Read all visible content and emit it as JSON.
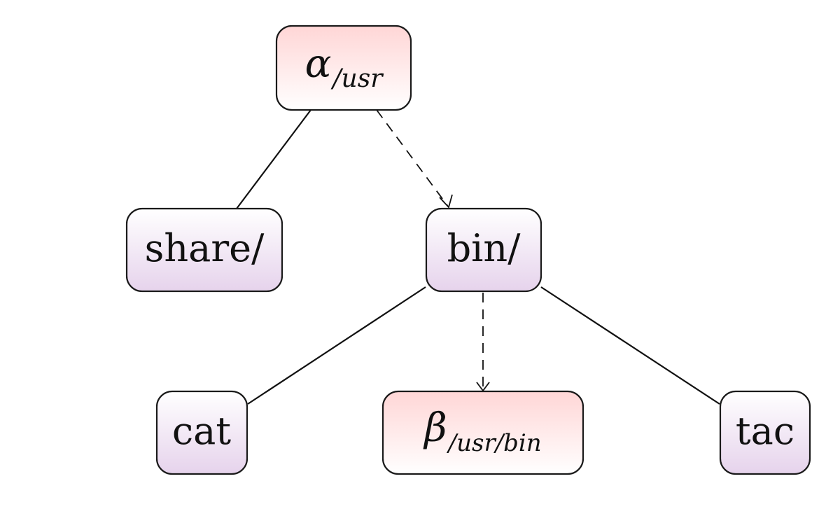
{
  "colors": {
    "math_node_top": "#ffd6d6",
    "math_node_bottom": "#ffffff",
    "dir_node_top": "#ffffff",
    "dir_node_bottom": "#e6d3ec",
    "stroke": "#1a1a1a"
  },
  "nodes": {
    "alpha": {
      "symbol": "α",
      "subscript": "/usr"
    },
    "share": {
      "label": "share/"
    },
    "bin": {
      "label": "bin/"
    },
    "cat": {
      "label": "cat"
    },
    "beta": {
      "symbol": "β",
      "subscript": "/usr/bin"
    },
    "tac": {
      "label": "tac"
    }
  },
  "edges": [
    {
      "from": "alpha",
      "to": "share",
      "style": "solid"
    },
    {
      "from": "alpha",
      "to": "bin",
      "style": "dashed-arrow"
    },
    {
      "from": "bin",
      "to": "cat",
      "style": "solid"
    },
    {
      "from": "bin",
      "to": "beta",
      "style": "dashed-arrow"
    },
    {
      "from": "bin",
      "to": "tac",
      "style": "solid"
    }
  ]
}
